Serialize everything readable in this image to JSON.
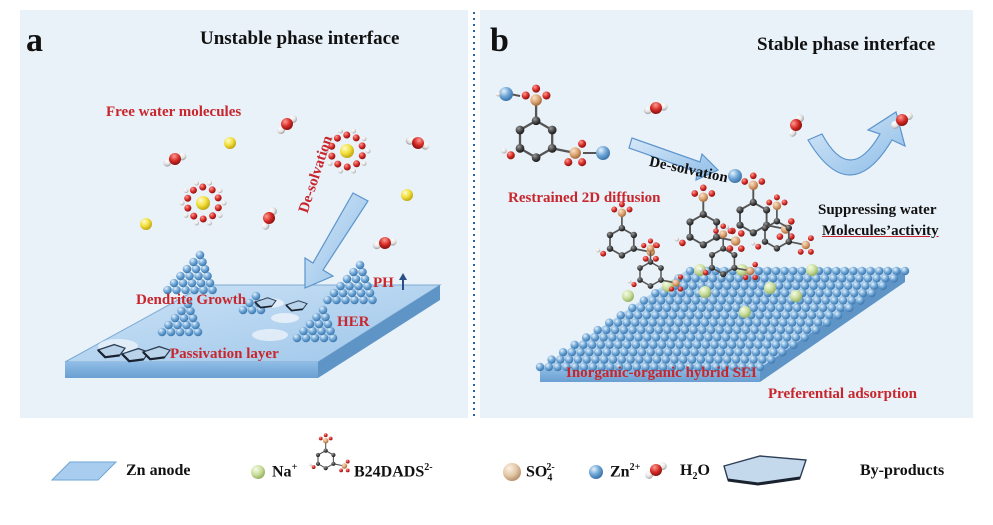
{
  "panel_a": {
    "letter": "a",
    "title": "Unstable phase interface",
    "free_water": "Free water molecules",
    "desolvation": "De-solvation",
    "ph": "PH",
    "ph_arrow": "↑",
    "dendrite": "Dendrite Growth",
    "her": "HER",
    "passivation": "Passivation layer"
  },
  "panel_b": {
    "letter": "b",
    "title": "Stable phase interface",
    "desolvation": "De-solvation",
    "restrained": "Restrained 2D diffusion",
    "suppress_1": "Suppressing water",
    "suppress_2": "Molecules’activity",
    "sei": "Inorganic-organic hybrid SEI",
    "preferential": "Preferential adsorption"
  },
  "legend": {
    "zn_anode": "Zn anode",
    "na": "Na",
    "na_sup": "+",
    "b24": "B24DADS",
    "b24_sup": "2-",
    "so4": "SO",
    "so4_sub": "4",
    "so4_sup": "2-",
    "zn": "Zn",
    "zn_sup": "2+",
    "h2o_h": "H",
    "h2o_sub": "2",
    "h2o_o": "O",
    "byproducts": "By-products"
  },
  "colors": {
    "panel_bg": "#e9f2f9",
    "anode_top": "#b3d3ef",
    "anode_front": "#7fb1dd",
    "anode_side": "#5f94c6",
    "zn_ion": "#6ea6d6",
    "na_ion": "#c9dd9a",
    "so4": "#e2c7a6",
    "oxygen": "#d42a25",
    "hydrogen": "#e4e4e4",
    "carbon": "#4a4a4a",
    "sulfur": "#d9a06f",
    "yellow_ion": "#f2e03c",
    "red_text": "#c8262c",
    "divider": "#2a62a7"
  }
}
